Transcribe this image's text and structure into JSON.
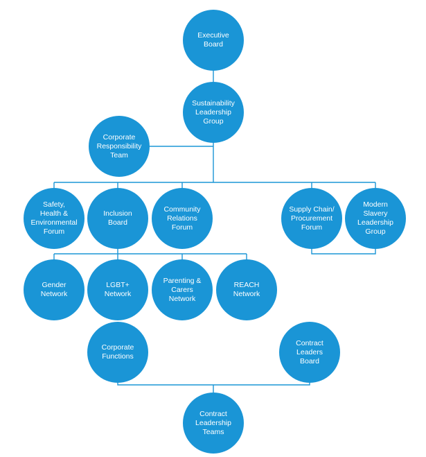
{
  "nodes": {
    "executive_board": "Executive\nBoard",
    "sustainability": "Sustainability\nLeadership\nGroup",
    "corporate_responsibility": "Corporate\nResponsibility\nTeam",
    "safety": "Safety,\nHealth &\nEnvironmental\nForum",
    "inclusion": "Inclusion\nBoard",
    "community": "Community\nRelations\nForum",
    "supply_chain": "Supply Chain/\nProcurement\nForum",
    "modern_slavery": "Modern\nSlavery\nLeadership\nGroup",
    "gender": "Gender\nNetwork",
    "lgbt": "LGBT+\nNetwork",
    "parenting": "Parenting &\nCarers\nNetwork",
    "reach": "REACH\nNetwork",
    "corporate_functions": "Corporate\nFunctions",
    "contract_leaders": "Contract\nLeaders\nBoard",
    "contract_leadership": "Contract\nLeadership\nTeams"
  },
  "colors": {
    "node_fill": "#1a95d6",
    "connector": "#1a95d6",
    "text": "#ffffff"
  }
}
